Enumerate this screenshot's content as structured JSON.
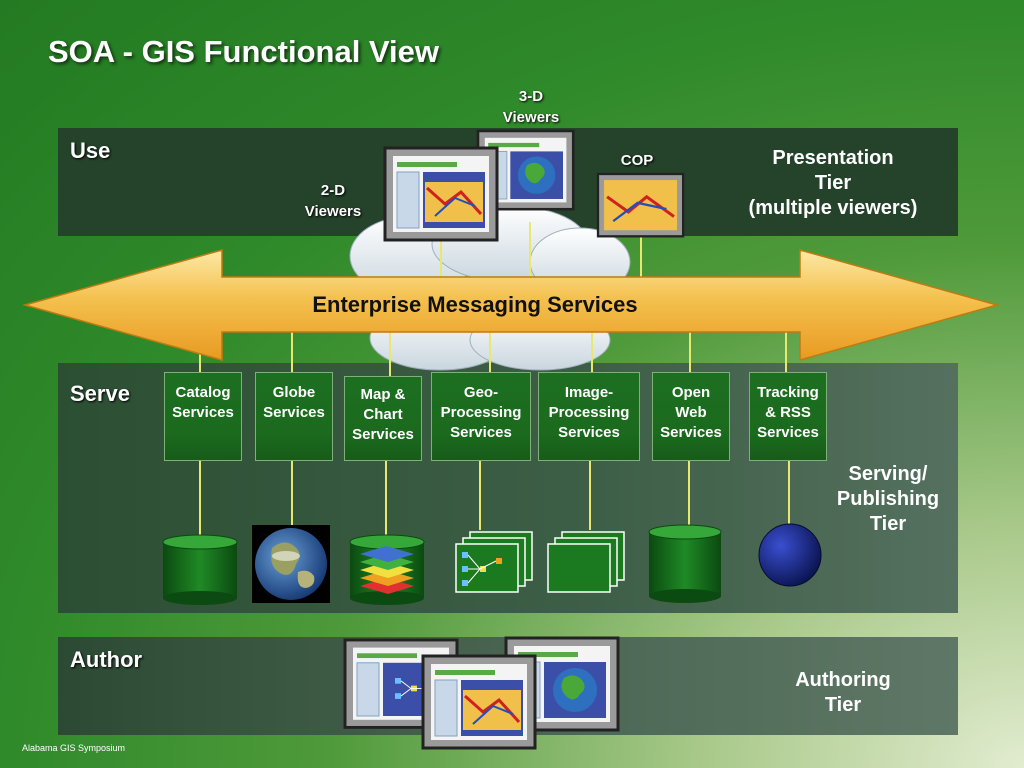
{
  "title": "SOA - GIS Functional View",
  "footer": "Alabama GIS Symposium",
  "use": {
    "label": "Use",
    "tier": [
      "Presentation",
      "Tier",
      "(multiple viewers)"
    ],
    "viewers_3d": [
      "3-D",
      "Viewers"
    ],
    "viewers_2d": [
      "2-D",
      "Viewers"
    ],
    "cop": "COP"
  },
  "messaging": {
    "label": "Enterprise Messaging Services"
  },
  "serve": {
    "label": "Serve",
    "tier": [
      "Serving/",
      "Publishing",
      "Tier"
    ],
    "services": [
      {
        "lines": [
          "Catalog",
          "Services"
        ]
      },
      {
        "lines": [
          "Globe",
          "Services"
        ]
      },
      {
        "lines": [
          "Map &",
          "Chart",
          "Services"
        ]
      },
      {
        "lines": [
          "Geo-",
          "Processing",
          "Services"
        ]
      },
      {
        "lines": [
          "Image-",
          "Processing",
          "Services"
        ]
      },
      {
        "lines": [
          "Open",
          "Web",
          "Services"
        ]
      },
      {
        "lines": [
          "Tracking",
          "& RSS",
          "Services"
        ]
      }
    ],
    "data_icons": [
      "database-icon",
      "earth-globe-icon",
      "map-layers-icon",
      "model-documents-icon",
      "documents-icon",
      "database-icon",
      "sphere-icon"
    ]
  },
  "author": {
    "label": "Author",
    "tier": [
      "Authoring",
      "Tier"
    ]
  },
  "colors": {
    "background": "#2f8a2a",
    "band": "#25422b",
    "service_box": "#1d6f20",
    "arrow": "#f2b33a",
    "connector": "#e8e870"
  }
}
